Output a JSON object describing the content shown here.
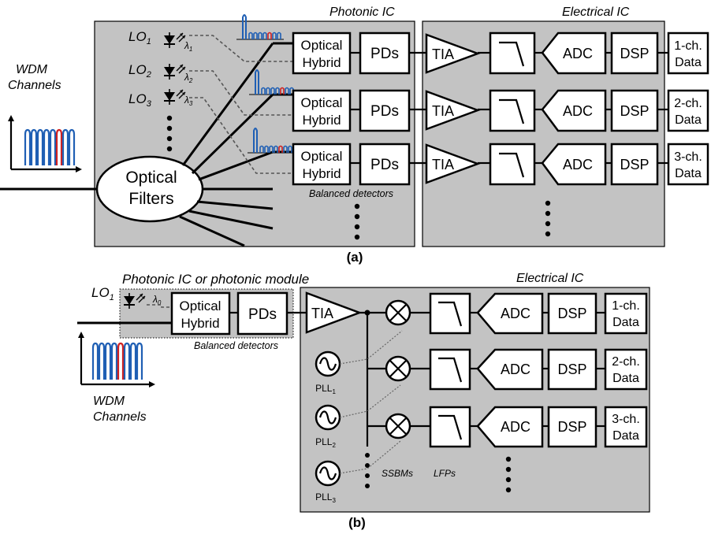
{
  "panel_a": {
    "photonic_title": "Photonic IC",
    "electrical_title": "Electrical IC",
    "input_label_1": "WDM",
    "input_label_2": "Channels",
    "filters_line1": "Optical",
    "filters_line2": "Filters",
    "lo": [
      {
        "name": "LO",
        "sub": "1",
        "lambda": "λ",
        "lsub": "1"
      },
      {
        "name": "LO",
        "sub": "2",
        "lambda": "λ",
        "lsub": "2"
      },
      {
        "name": "LO",
        "sub": "3",
        "lambda": "λ",
        "lsub": "3"
      }
    ],
    "hybrid_line1": "Optical",
    "hybrid_line2": "Hybrid",
    "pds": "PDs",
    "tia": "TIA",
    "adc": "ADC",
    "dsp": "DSP",
    "balanced": "Balanced detectors",
    "outputs": [
      {
        "line1": "1-ch.",
        "line2": "Data"
      },
      {
        "line1": "2-ch.",
        "line2": "Data"
      },
      {
        "line1": "3-ch.",
        "line2": "Data"
      }
    ],
    "caption": "(a)"
  },
  "panel_b": {
    "photonic_title": "Photonic IC or photonic module",
    "electrical_title": "Electrical IC",
    "lo": {
      "name": "LO",
      "sub": "1",
      "lambda": "λ",
      "lsub": "0"
    },
    "hybrid_line1": "Optical",
    "hybrid_line2": "Hybrid",
    "pds": "PDs",
    "balanced": "Balanced detectors",
    "tia": "TIA",
    "adc": "ADC",
    "dsp": "DSP",
    "input_label_1": "WDM",
    "input_label_2": "Channels",
    "plls": [
      {
        "name": "PLL",
        "sub": "1"
      },
      {
        "name": "PLL",
        "sub": "2"
      },
      {
        "name": "PLL",
        "sub": "3"
      }
    ],
    "ssbms": "SSBMs",
    "lfps": "LFPs",
    "outputs": [
      {
        "line1": "1-ch.",
        "line2": "Data"
      },
      {
        "line1": "2-ch.",
        "line2": "Data"
      },
      {
        "line1": "3-ch.",
        "line2": "Data"
      }
    ],
    "caption": "(b)"
  },
  "colors": {
    "region": "#c3c3c3",
    "spectrum_blue": "#1f5fb4",
    "spectrum_red": "#d02020"
  }
}
